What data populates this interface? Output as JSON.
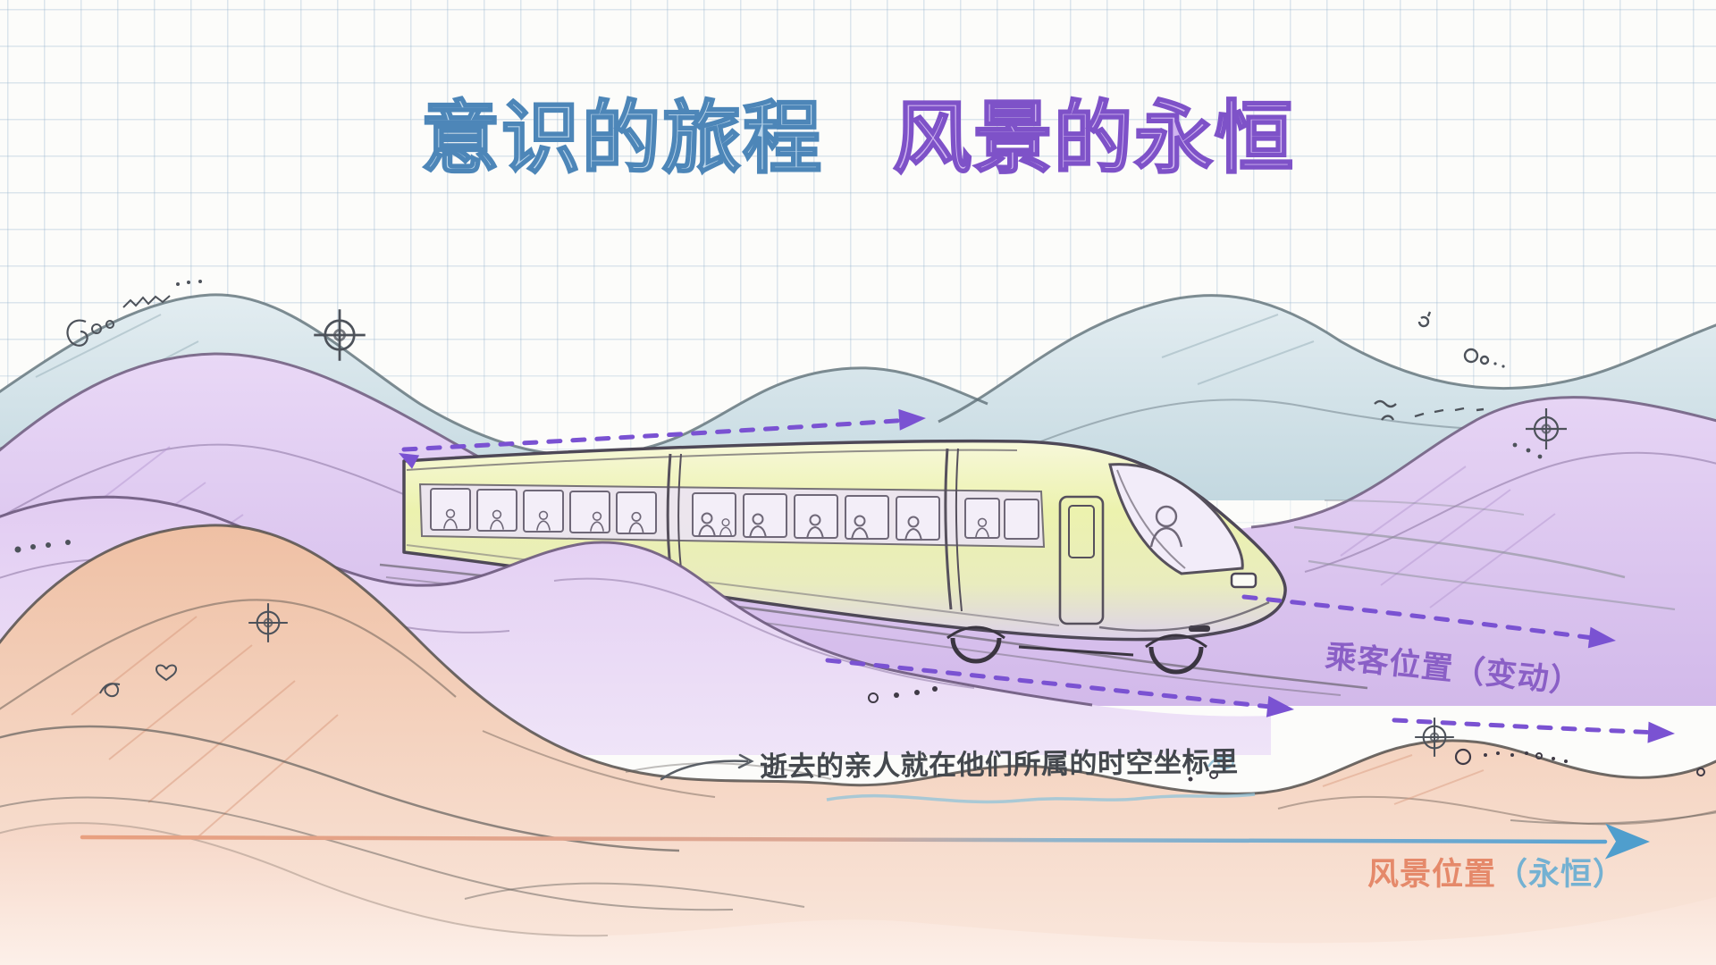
{
  "title": {
    "part1": "意识的旅程",
    "part2": "风景的永恒"
  },
  "annotations": {
    "passenger_label": "乘客位置（变动）",
    "memory_note": "逝去的亲人就在他们所属的时空坐标里",
    "scenery_label_main": "风景位置",
    "scenery_label_paren": "（永恒）"
  },
  "colors": {
    "title_blue": "#4d86b8",
    "title_purple": "#7e52c8",
    "arrow_dashed_purple": "#7a52d2",
    "timeline_orange": "#e8a080",
    "timeline_blue": "#5aa3d2",
    "label_passenger_purple": "#8a5fc6",
    "label_scenery_orange": "#e5896a",
    "label_scenery_blue": "#74b1d2",
    "note_text_dark": "#44484e",
    "train_body_green": "#eaf0ad",
    "hill_blue": "#ccdce4",
    "hill_purple": "#dcc6ef",
    "hill_orange": "#f2c7ae",
    "grid_line": "#96b4cd"
  },
  "icons": [
    {
      "name": "crosshair-icon",
      "glyph": "⊕"
    },
    {
      "name": "spiral-icon",
      "glyph": "◌"
    },
    {
      "name": "heart-icon",
      "glyph": "♡"
    },
    {
      "name": "dots-trail-icon",
      "glyph": "⋯"
    },
    {
      "name": "squiggle-icon",
      "glyph": "~"
    }
  ]
}
